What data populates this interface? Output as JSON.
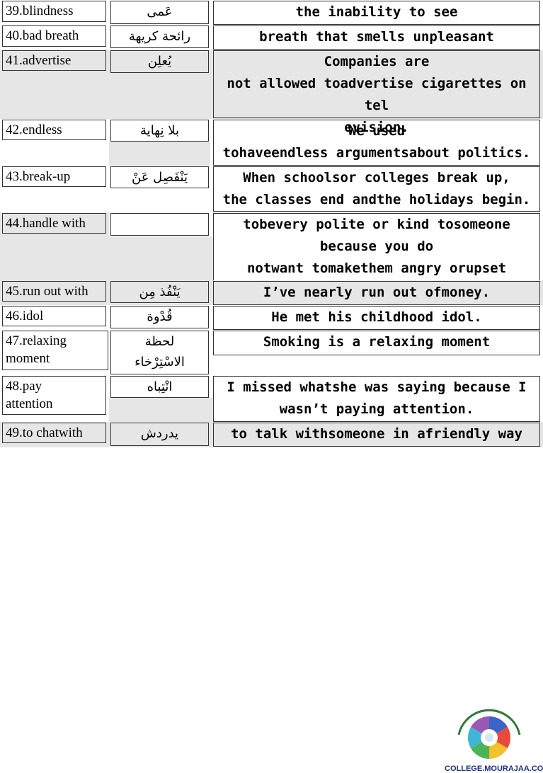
{
  "rows": [
    {
      "term": "39.blindness",
      "arabic": "عَمى",
      "definition": "the inability to see"
    },
    {
      "term": "40.bad breath",
      "arabic": "رائحة كريهة",
      "definition": "breath that smells unpleasant"
    },
    {
      "term": "41.advertise",
      "arabic": "يُعلِن",
      "definition": "Companies are\nnot allowed toadvertise cigarettes on tel\nevision."
    },
    {
      "term": "42.endless",
      "arabic": "بلا نِهاية",
      "definition": "We used\ntohaveendless argumentsabout politics."
    },
    {
      "term": "43.break-up",
      "arabic": "يَنْفَصِل عَنْ",
      "definition": "When schoolsor colleges break up,\nthe classes end andthe holidays begin."
    },
    {
      "term": "44.handle with",
      "arabic": "",
      "definition": "tobevery polite or kind tosomeone\nbecause you do\nnotwant tomakethem angry orupset"
    },
    {
      "term": "45.run out with",
      "arabic": "يَنْفُذ مِن",
      "definition": "I’ve nearly run out ofmoney."
    },
    {
      "term": "46.idol",
      "arabic": "قُدْوة",
      "definition": "He met his childhood idol."
    },
    {
      "term": "47.relaxing moment",
      "term_line1": "47.relaxing",
      "term_line2": "moment",
      "arabic_line1": "لحظة",
      "arabic_line2": "الاسْتِرْخاء",
      "definition": "Smoking is a relaxing moment"
    },
    {
      "term": "48.pay attention",
      "term_line1": "48.pay",
      "term_line2": "attention",
      "arabic": "انْتِباه",
      "definition": "I missed whatshe was saying because I\nwasn’t paying attention."
    },
    {
      "term": "49.to chatwith",
      "arabic": "يدردش",
      "definition": "to talk withsomeone in afriendly way"
    }
  ],
  "logo": {
    "text": "COLLEGE.MOURAJAA.COM"
  },
  "colors": {
    "row_shade": "#e6e6e6",
    "border": "#333333",
    "logo_text": "#1d2d8a"
  }
}
